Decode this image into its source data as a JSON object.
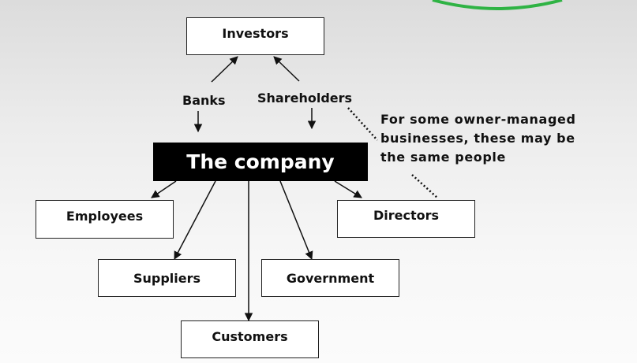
{
  "diagram": {
    "investors": "Investors",
    "banks": "Banks",
    "shareholders": "Shareholders",
    "company": "The company",
    "employees": "Employees",
    "directors": "Directors",
    "suppliers": "Suppliers",
    "government": "Government",
    "customers": "Customers",
    "note_lines": [
      "For some owner-managed",
      "businesses, these may be",
      "the same people"
    ]
  },
  "colors": {
    "accent_arc": "#2fb344",
    "company_fill": "#000000",
    "company_text": "#ffffff"
  }
}
